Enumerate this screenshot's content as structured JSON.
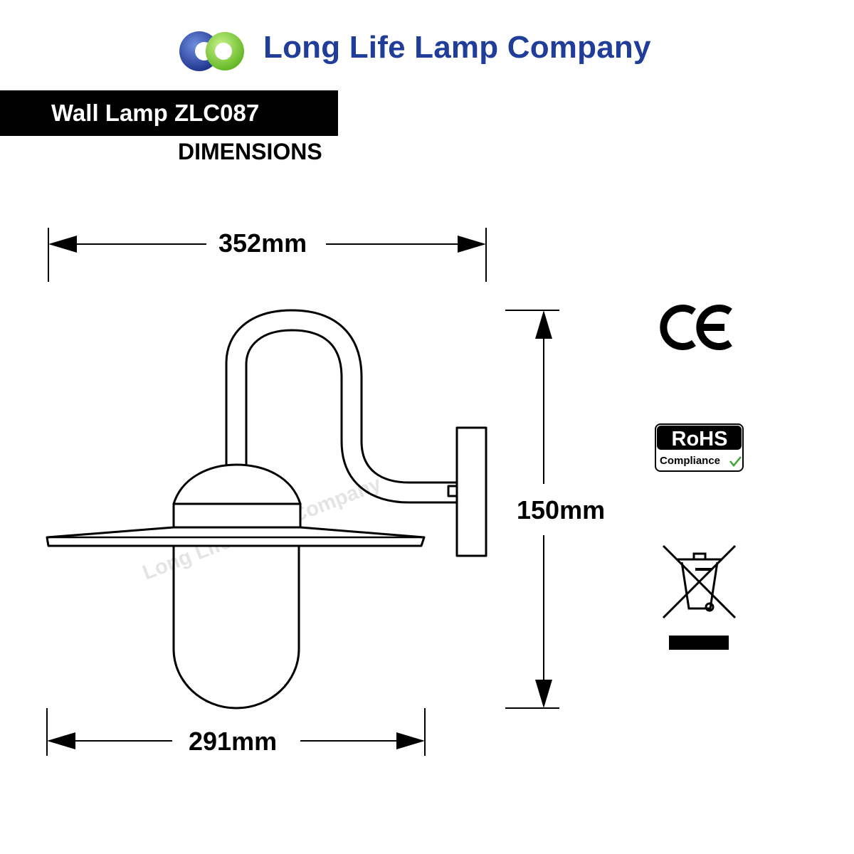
{
  "brand": {
    "name": "Long Life Lamp Company",
    "colors": {
      "text": "#1f3d99",
      "blue": "#1f3d99",
      "green": "#7ed321"
    },
    "logo_icon": "twin-ring-logo-icon"
  },
  "product": {
    "title": "Wall Lamp ZLC087",
    "section": "DIMENSIONS"
  },
  "dimensions": {
    "overall_width": "352mm",
    "height": "150mm",
    "shade_width": "291mm"
  },
  "watermark": "Long Life Lamp Company",
  "certifications": {
    "ce": "CE",
    "rohs_top": "RoHS",
    "rohs_bottom": "Compliance",
    "weee_icon": "crossed-bin-icon"
  }
}
